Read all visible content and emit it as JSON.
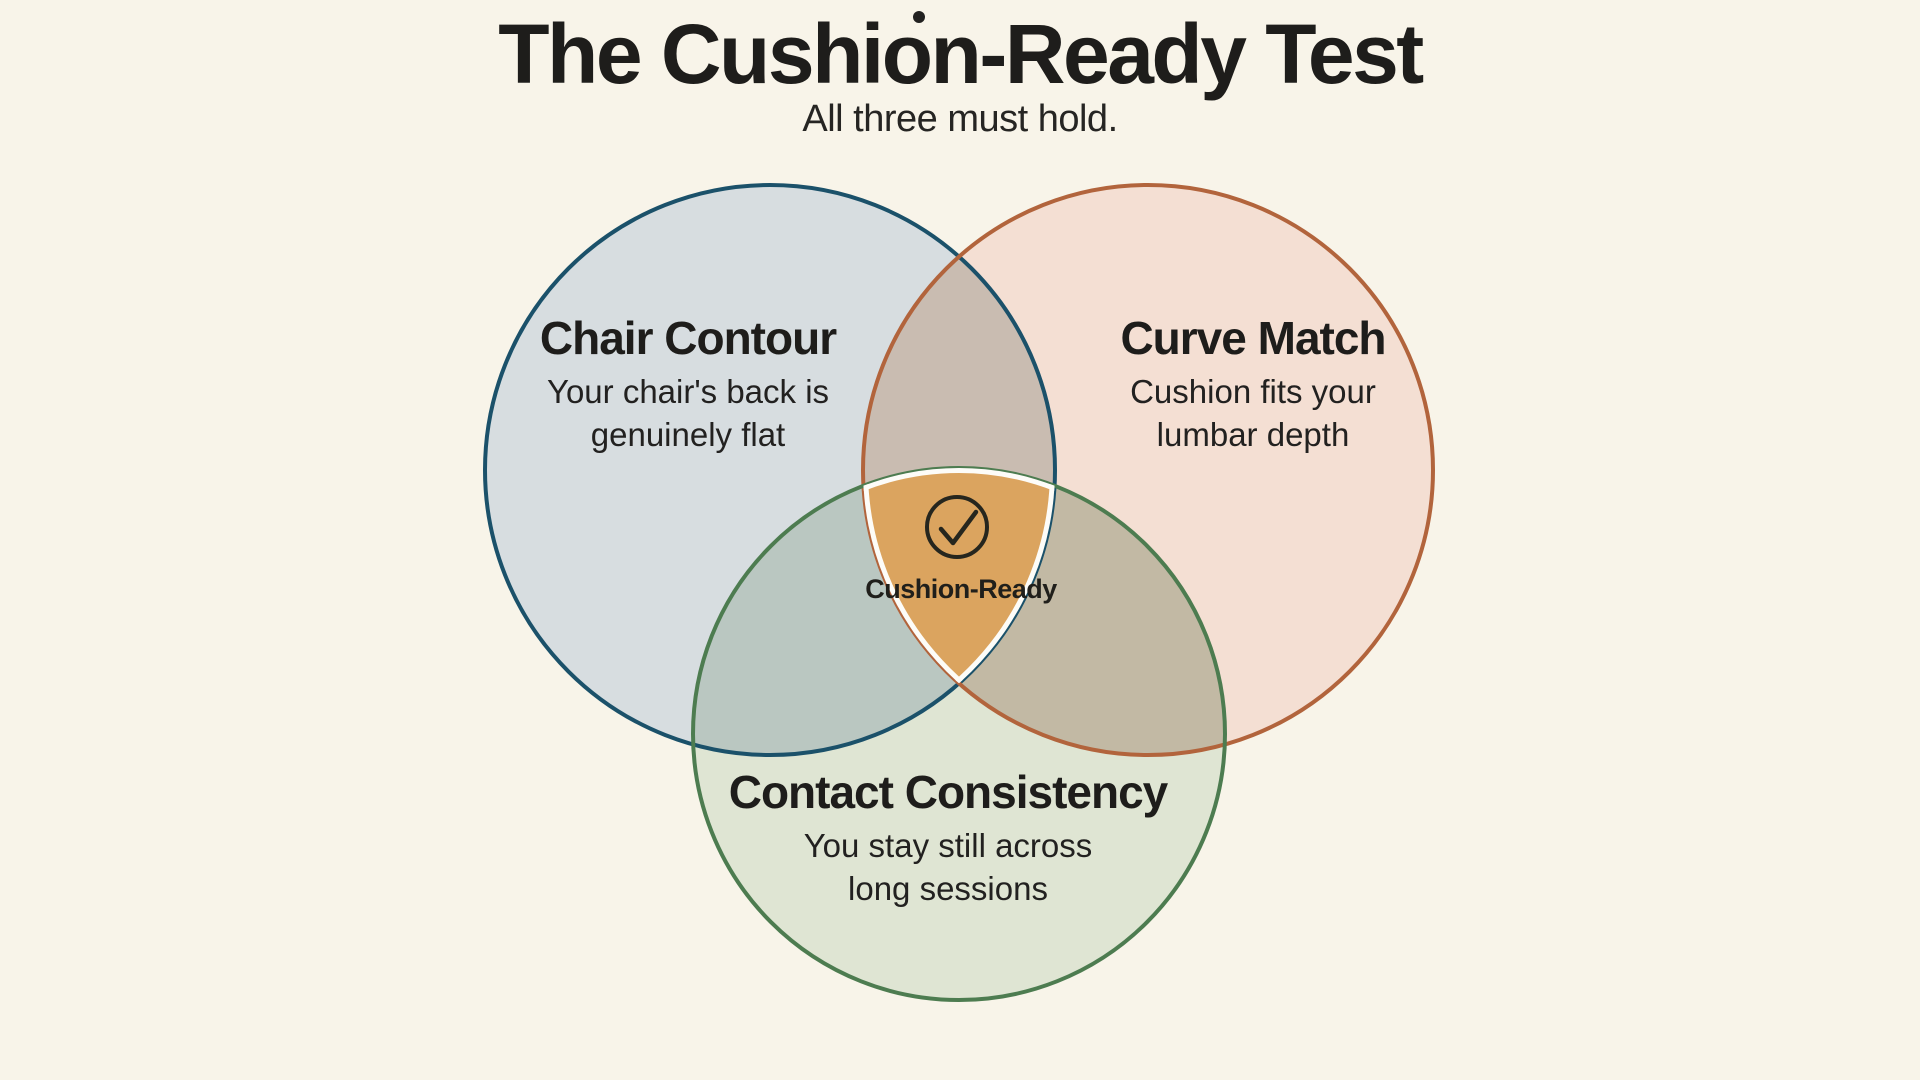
{
  "header": {
    "title": "The Cushion-Ready Test",
    "subtitle": "All three must hold."
  },
  "venn": {
    "circles": [
      {
        "id": "chair-contour",
        "label": "Chair Contour",
        "description_lines": [
          "Your chair's back is",
          "genuinely flat"
        ],
        "fill": "#d7dde0",
        "stroke": "#1b516a"
      },
      {
        "id": "curve-match",
        "label": "Curve Match",
        "description_lines": [
          "Cushion fits your",
          "lumbar depth"
        ],
        "fill": "#f4dfd3",
        "stroke": "#b2643c"
      },
      {
        "id": "contact-consistency",
        "label": "Contact Consistency",
        "description_lines": [
          "You stay still across",
          "long sessions"
        ],
        "fill": "#dfe5d3",
        "stroke": "#4d7c50"
      }
    ],
    "overlaps": {
      "left_right": "#c9bcb1",
      "left_bottom": "#bac7c1",
      "right_bottom": "#c2b9a4"
    },
    "center": {
      "label": "Cushion-Ready",
      "fill": "#dba45f",
      "outline": "#fdfcf8",
      "icon": "check-circle-icon",
      "icon_color": "#26261e"
    }
  },
  "colors": {
    "background": "#f8f4e9",
    "text": "#1e1d1b"
  }
}
